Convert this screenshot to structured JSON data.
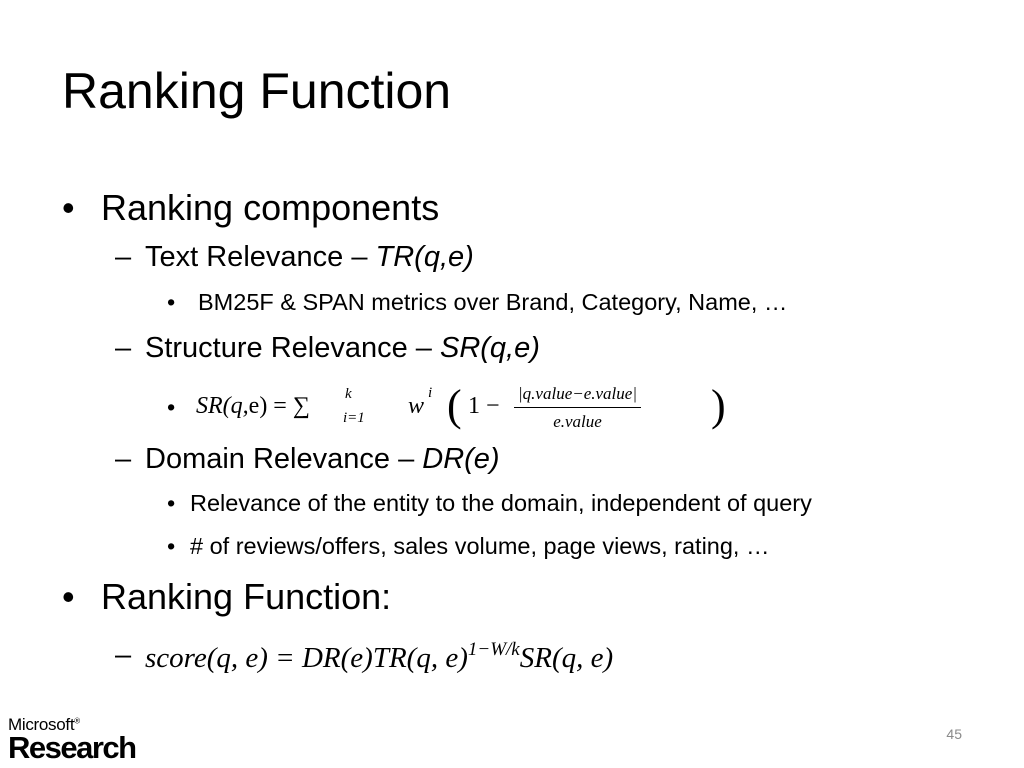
{
  "slide": {
    "title": "Ranking Function",
    "bullets": {
      "ranking_components": "Ranking components",
      "text_relevance": {
        "label": "Text Relevance – ",
        "notation": "TR(q,e)"
      },
      "text_relevance_detail": "BM25F & SPAN metrics over Brand, Category, Name, …",
      "structure_relevance": {
        "label": "Structure Relevance – ",
        "notation": "SR(q,e)"
      },
      "sr_formula": {
        "lhs": "SR(q,",
        "lhs_e": "e",
        "lhs_close": ") = ∑",
        "sum_upper": "k",
        "sum_lower": "i=1",
        "weight": " w",
        "weight_sup": "i",
        "paren_open": "(",
        "one_minus": "1 −",
        "numerator": "|q.value−e.value|",
        "denominator": "e.value",
        "paren_close": ")"
      },
      "domain_relevance": {
        "label": "Domain Relevance – ",
        "notation": "DR(e)"
      },
      "domain_detail_1": "Relevance of the entity to the domain, independent of query",
      "domain_detail_2": "# of reviews/offers, sales volume, page views, rating, …",
      "ranking_function": "Ranking Function:",
      "score_formula": {
        "main": "score(q, e) = DR(e)TR(q, e)",
        "exponent": "1−W/k",
        "tail": "SR(q, e)"
      }
    },
    "page_number": "45",
    "logo": {
      "top": "Microsoft",
      "mark": "®",
      "bottom": "Research"
    }
  }
}
